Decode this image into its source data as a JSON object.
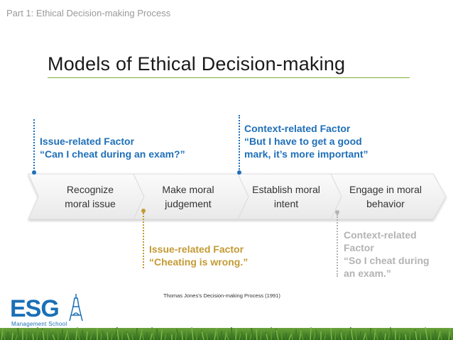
{
  "header": {
    "breadcrumb": "Part 1: Ethical Decision-making Process",
    "title": "Models of Ethical Decision-making"
  },
  "steps": [
    {
      "line1": "Recognize",
      "line2": "moral issue"
    },
    {
      "line1": "Make moral",
      "line2": "judgement"
    },
    {
      "line1": "Establish moral",
      "line2": "intent"
    },
    {
      "line1": "Engage in moral",
      "line2": "behavior"
    }
  ],
  "factors": {
    "issue_top": {
      "heading": "Issue-related Factor",
      "quote": "“Can I cheat during an exam?”"
    },
    "context_top": {
      "heading": "Context-related Factor",
      "quote_line1": "“But I have to get a good",
      "quote_line2": "mark, it’s more important”"
    },
    "issue_bottom": {
      "heading": "Issue-related Factor",
      "quote": "“Cheating is wrong.”"
    },
    "context_bottom": {
      "line1": "Context-related",
      "line2": "Factor",
      "line3": "“So I cheat during",
      "line4": "an exam.”"
    }
  },
  "citation": "Thomas Jones's Decision-making Process (1991)",
  "logo": {
    "name": "ESG",
    "subtitle": "Management School"
  },
  "colors": {
    "blue": "#1f6fb8",
    "gold": "#c39a34",
    "grey": "#b3b3b3",
    "accent_rule": "#7fb03a"
  }
}
